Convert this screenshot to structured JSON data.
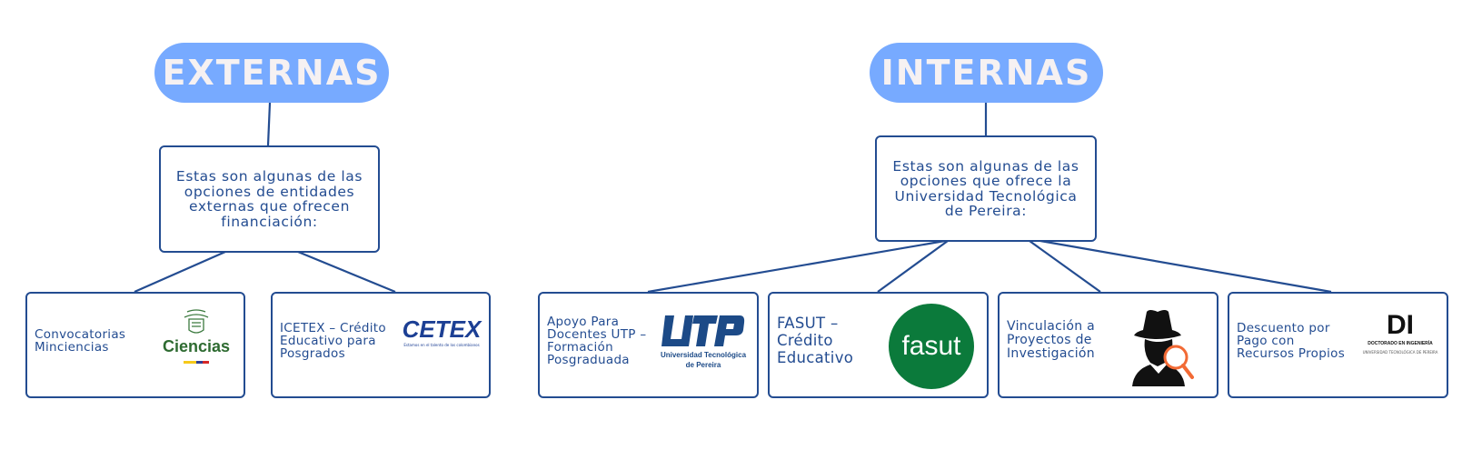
{
  "colors": {
    "pill": "#77aaff",
    "pill_text": "#f6f1f2",
    "border": "#234c91",
    "text": "#234c91"
  },
  "externas": {
    "title": "EXTERNAS",
    "description": "Estas son algunas de las opciones de entidades externas que ofrecen financiación:",
    "items": [
      {
        "label": "Convocatorias\nMinciencias",
        "logo": "minciencias-logo",
        "logo_text": "Ciencias"
      },
      {
        "label": "ICETEX – Crédito\n Educativo para\n Posgrados",
        "logo": "icetex-logo",
        "logo_text": "CETEX",
        "logo_subtext": "Estamos en el talento de los colombianos"
      }
    ]
  },
  "internas": {
    "title": "INTERNAS",
    "description": "Estas son algunas de las opciones que ofrece la Universidad Tecnológica de Pereira:",
    "items": [
      {
        "label": "Apoyo Para\nDocentes UTP –\nFormación\nPosgraduada",
        "logo": "utp-logo",
        "logo_text": "UTP",
        "logo_subtext1": "Universidad Tecnológica",
        "logo_subtext2": "de Pereira"
      },
      {
        "label": "FASUT –\nCrédito\nEducativo",
        "logo": "fasut-logo",
        "logo_text": "fasut"
      },
      {
        "label": "Vinculación a\nProyectos de\n Investigación",
        "logo": "detective-icon"
      },
      {
        "label": "Descuento por\nPago con\nRecursos Propios",
        "logo": "doctorado-logo",
        "logo_text": "DI",
        "logo_subtext1": "DOCTORADO EN INGENIERÍA",
        "logo_subtext2": "UNIVERSIDAD TECNOLÓGICA DE PEREIRA"
      }
    ]
  }
}
